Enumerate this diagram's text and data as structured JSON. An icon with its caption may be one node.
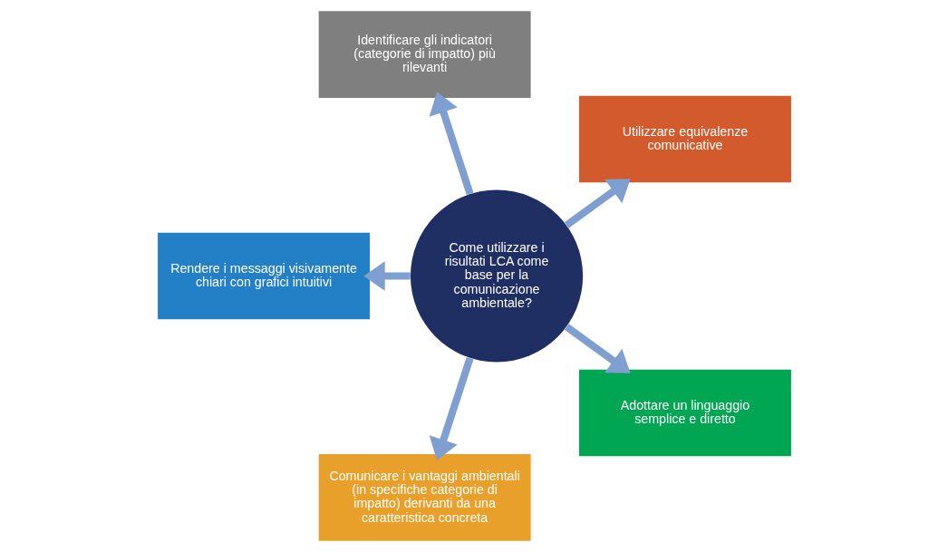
{
  "diagram": {
    "nodes": [
      {
        "text": [
          "Come utilizzare i risultati LCA come base per la comunicazione ambientale?"
        ]
      },
      {
        "text": [
          "Utilizzare equivalenze comunicative"
        ]
      },
      {
        "text": [
          "Identificare gli indicatori (categorie di impatto) più rilevanti"
        ]
      },
      {
        "text": [
          "Rendere i messaggi visivamente chiari con grafici intuitivi"
        ]
      },
      {
        "text": [
          "Comunicare i vantaggi ambientali (in specifiche categorie di impatto) derivanti da una caratteristica concreta"
        ]
      },
      {
        "text": [
          "Adottare un linguaggio semplice e diretto"
        ]
      }
    ],
    "edges": [
      {
        "from": 0,
        "to": 1,
        "arrow": "to"
      },
      {
        "from": 0,
        "to": 2,
        "arrow": "to"
      },
      {
        "from": 0,
        "to": 3,
        "arrow": "to"
      },
      {
        "from": 0,
        "to": 4,
        "arrow": "to"
      },
      {
        "from": 0,
        "to": 5,
        "arrow": "to"
      }
    ]
  }
}
